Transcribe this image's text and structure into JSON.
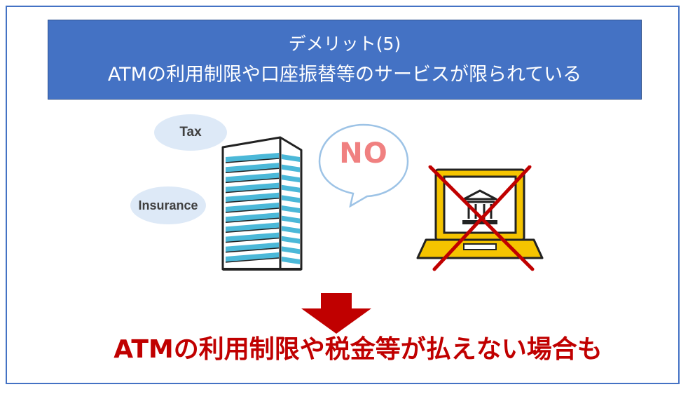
{
  "banner": {
    "line1": "デメリット(5)",
    "line2": "ATMの利用制限や口座振替等のサービスが限られている"
  },
  "labels": {
    "tax": "Tax",
    "insurance": "Insurance",
    "no": "NO"
  },
  "icons": {
    "building": "office-building-icon",
    "bubble": "speech-bubble-icon",
    "laptop": "laptop-bank-icon",
    "cross": "red-cross-icon",
    "arrow": "down-arrow-icon"
  },
  "conclusion": "ATMの利用制限や税金等が払えない場合も",
  "colors": {
    "frame": "#4472c4",
    "banner_bg": "#4472c4",
    "accent_red": "#c00000",
    "building_stripe": "#4bb8d8",
    "laptop_frame": "#f5c400",
    "oval_bg": "#dde9f7"
  }
}
